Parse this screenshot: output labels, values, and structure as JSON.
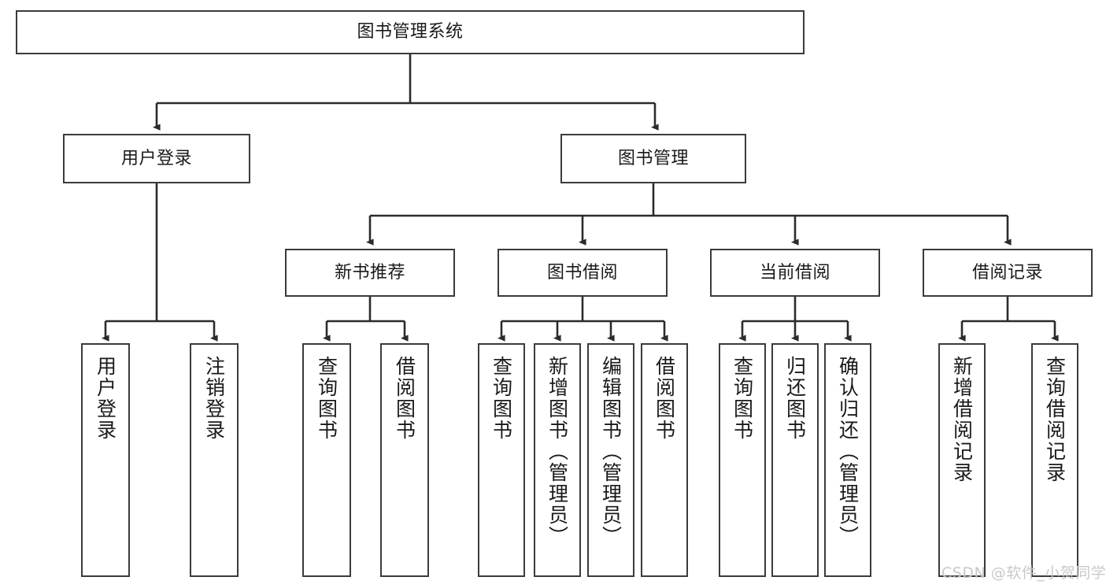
{
  "diagram": {
    "type": "tree-hierarchy",
    "title": "图书管理系统",
    "watermark": "CSDN @软件_小贺同学",
    "colors": {
      "box_border": "#3b3b3b",
      "box_fill": "#ffffff",
      "connector": "#2b2b2b",
      "text": "#1a1a1a",
      "watermark": "#c9c9c9",
      "background": "#ffffff"
    },
    "nodes": {
      "root": {
        "label": "图书管理系统",
        "level": 0
      },
      "user_login": {
        "label": "用户登录",
        "level": 1
      },
      "book_mgmt": {
        "label": "图书管理",
        "level": 1
      },
      "new_book_rec": {
        "label": "新书推荐",
        "level": 2
      },
      "book_borrow": {
        "label": "图书借阅",
        "level": 2
      },
      "current_borrow": {
        "label": "当前借阅",
        "level": 2
      },
      "borrow_record": {
        "label": "借阅记录",
        "level": 2
      }
    },
    "leaves": {
      "user_login": [
        {
          "label": "用户登录"
        },
        {
          "label": "注销登录"
        }
      ],
      "new_book_rec": [
        {
          "label": "查询图书"
        },
        {
          "label": "借阅图书"
        }
      ],
      "book_borrow": [
        {
          "label": "查询图书"
        },
        {
          "label": "新增图书（管理员）"
        },
        {
          "label": "编辑图书（管理员）"
        },
        {
          "label": "借阅图书"
        }
      ],
      "current_borrow": [
        {
          "label": "查询图书"
        },
        {
          "label": "归还图书"
        },
        {
          "label": "确认归还（管理员）"
        }
      ],
      "borrow_record": [
        {
          "label": "新增借阅记录"
        },
        {
          "label": "查询借阅记录"
        }
      ]
    }
  }
}
